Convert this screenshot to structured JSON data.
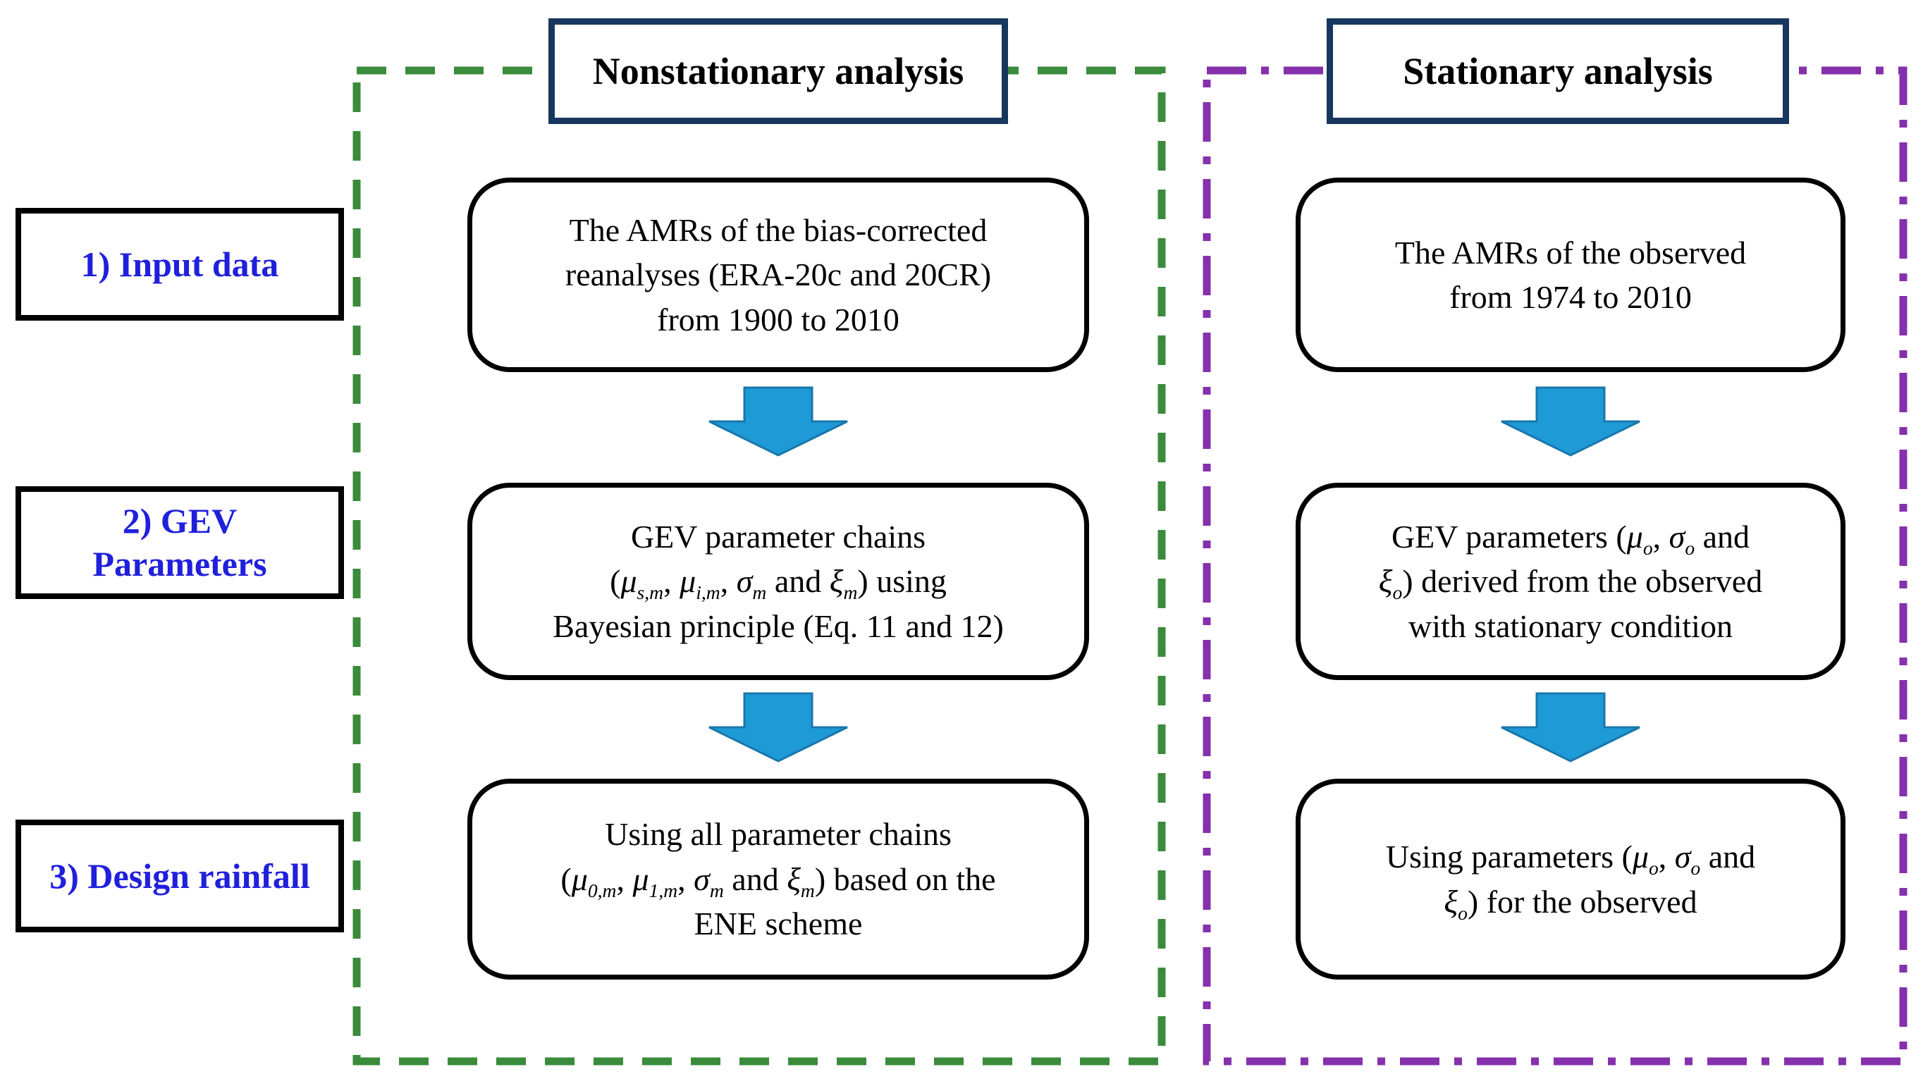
{
  "colors": {
    "nonstationary-border": "#3A8B3B",
    "stationary-border": "#8530AD",
    "title-box-border": "#17375E",
    "row-label-text": "#2020DC",
    "box-border": "#000000",
    "arrow-fill": "#1E9AD6",
    "arrow-stroke": "#1877AC",
    "text": "#000000"
  },
  "row_labels": [
    {
      "id": "input-data",
      "text": "1) Input data"
    },
    {
      "id": "gev-parameters",
      "text": "2) GEV\nParameters"
    },
    {
      "id": "design-rainfall",
      "text": "3) Design rainfall"
    }
  ],
  "columns": [
    {
      "id": "nonstationary",
      "title": "Nonstationary analysis",
      "border_style": "dashed",
      "steps": [
        {
          "text": "The AMRs of the bias-corrected\nreanalyses (ERA-20c and 20CR)\nfrom 1900 to 2010"
        },
        {
          "text": "GEV parameter chains\n(*μ*~s,m~, *μ*~i,m~, *σ*~m~ and *ξ*~m~) using\nBayesian principle (Eq. 11 and 12)"
        },
        {
          "text": "Using all parameter chains\n(*μ*~0,m~, *μ*~1,m~, *σ*~m~ and *ξ*~m~) based on the\nENE scheme"
        }
      ]
    },
    {
      "id": "stationary",
      "title": "Stationary analysis",
      "border_style": "dash-dot",
      "steps": [
        {
          "text": "The AMRs of the observed\nfrom 1974 to 2010"
        },
        {
          "text": "GEV parameters (*μ*~o~, *σ*~o~ and\n*ξ*~o~) derived from the observed\nwith stationary condition"
        },
        {
          "text": "Using parameters (*μ*~o~, *σ*~o~ and\n*ξ*~o~) for the observed"
        }
      ]
    }
  ]
}
